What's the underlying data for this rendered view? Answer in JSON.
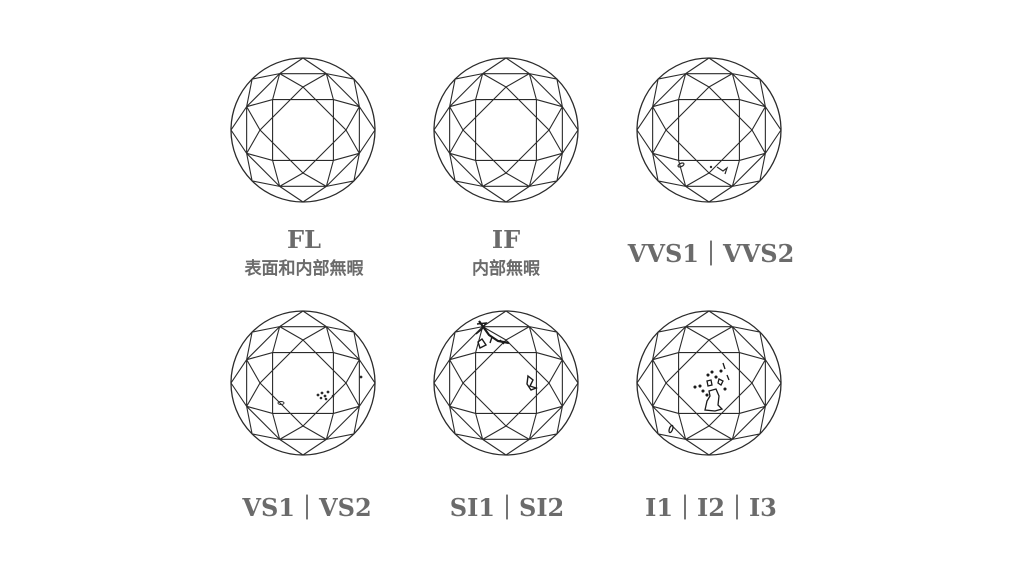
{
  "colors": {
    "outline": "#2b2b2b",
    "label": "#6b6b6b",
    "background": "#ffffff"
  },
  "grades": [
    {
      "name": "FL",
      "subtitle": "表面和内部無暇",
      "inclusions": "none"
    },
    {
      "name": "IF",
      "subtitle": "内部無暇",
      "inclusions": "none"
    },
    {
      "name": "VVS1｜VVS2",
      "subtitle": "",
      "inclusions": "very-very-slight"
    },
    {
      "name": "VS1｜VS2",
      "subtitle": "",
      "inclusions": "very-slight"
    },
    {
      "name": "SI1｜SI2",
      "subtitle": "",
      "inclusions": "slight"
    },
    {
      "name": "I1｜I2｜I3",
      "subtitle": "",
      "inclusions": "included"
    }
  ]
}
